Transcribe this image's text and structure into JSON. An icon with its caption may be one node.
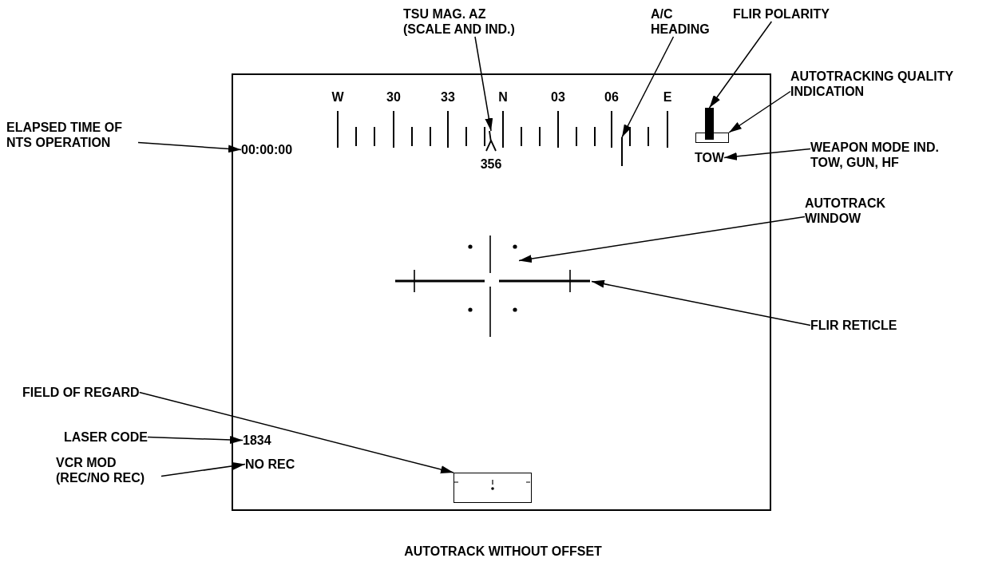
{
  "diagram": {
    "caption": "AUTOTRACK WITHOUT OFFSET",
    "nodes": [
      {
        "text": [],
        "shape": "box"
      },
      {
        "text": [
          "TSU MAG. AZ (SCALE AND IND.)"
        ]
      },
      {
        "text": [
          "A/C HEADING"
        ]
      },
      {
        "text": [
          "FLIR POLARITY"
        ]
      },
      {
        "text": [
          "AUTOTRACKING QUALITY INDICATION"
        ]
      },
      {
        "text": [
          "ELAPSED TIME OF NTS OPERATION"
        ]
      },
      {
        "text": [
          "00:00:00"
        ],
        "in": 0
      },
      {
        "text": [
          "356"
        ],
        "in": 0
      },
      {
        "text": [],
        "shape": "bar",
        "in": 0
      },
      {
        "text": [],
        "shape": "bar",
        "in": 0
      },
      {
        "text": [],
        "shape": "box",
        "in": 0
      },
      {
        "text": [
          "TOW"
        ],
        "in": 0
      },
      {
        "text": [
          "WEAPON MODE IND. TOW, GUN, HF"
        ]
      },
      {
        "text": [
          "AUTOTRACK WINDOW"
        ]
      },
      {
        "text": [
          "FLIR RETICLE"
        ]
      },
      {
        "text": [],
        "shape": "picture",
        "in": 0
      },
      {
        "text": [],
        "shape": "picture",
        "in": 15
      },
      {
        "text": [
          "FIELD OF REGARD"
        ]
      },
      {
        "text": [],
        "shape": "box",
        "in": 0
      },
      {
        "text": [
          "LASER CODE"
        ]
      },
      {
        "text": [
          "1834"
        ],
        "in": 0
      },
      {
        "text": [
          "VCR MOD (REC/NO REC)"
        ]
      },
      {
        "text": [
          "NO REC"
        ],
        "in": 0
      }
    ],
    "edges": [
      {
        "from": 1,
        "to": 7,
        "arrow": "to"
      },
      {
        "from": 2,
        "to": 8,
        "arrow": "to"
      },
      {
        "from": 3,
        "to": 9,
        "arrow": "to"
      },
      {
        "from": 4,
        "to": 10,
        "arrow": "to"
      },
      {
        "from": 5,
        "to": 6,
        "arrow": "to"
      },
      {
        "from": 12,
        "to": 11,
        "arrow": "to"
      },
      {
        "from": 13,
        "to": 16,
        "arrow": "to"
      },
      {
        "from": 14,
        "to": 15,
        "arrow": "to"
      },
      {
        "from": 17,
        "to": 18,
        "arrow": "to"
      },
      {
        "from": 19,
        "to": 20,
        "arrow": "to"
      },
      {
        "from": 21,
        "to": 22,
        "arrow": "to"
      }
    ],
    "labels": [
      "W",
      "30",
      "33",
      "N",
      "03",
      "06",
      "E"
    ]
  }
}
